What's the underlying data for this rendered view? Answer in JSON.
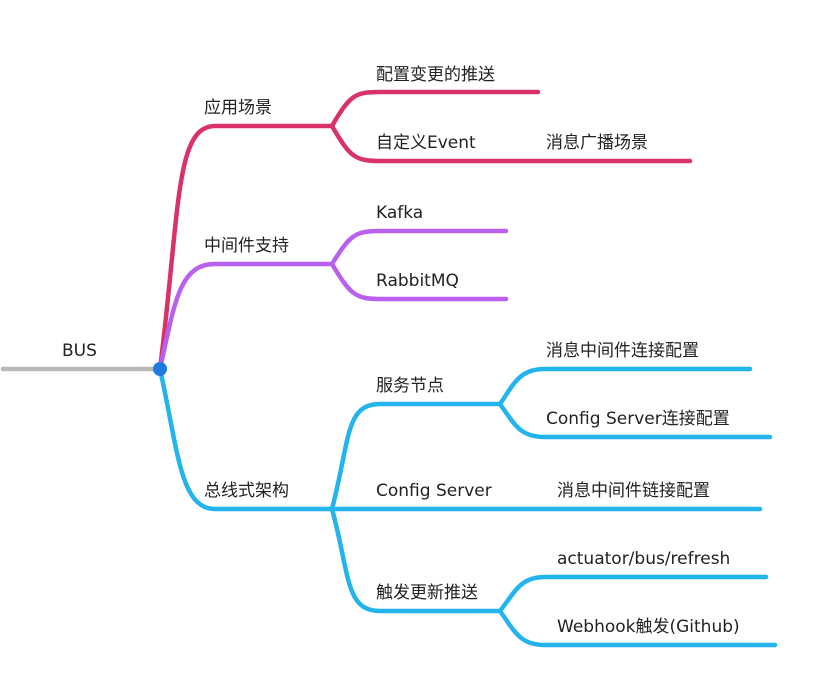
{
  "colors": {
    "root_line": "#b9b9b9",
    "root_dot": "#1e7be0",
    "branch_apps": "#d93268",
    "branch_middleware": "#b961ee",
    "branch_arch": "#23b4ee",
    "text": "#222222"
  },
  "root": {
    "label": "BUS"
  },
  "branches": {
    "apps": {
      "label": "应用场景",
      "children": [
        {
          "label": "配置变更的推送"
        },
        {
          "label": "自定义Event",
          "child": "消息广播场景"
        }
      ]
    },
    "middleware": {
      "label": "中间件支持",
      "children": [
        {
          "label": "Kafka"
        },
        {
          "label": "RabbitMQ"
        }
      ]
    },
    "arch": {
      "label": "总线式架构",
      "children": [
        {
          "label": "服务节点",
          "children": [
            "消息中间件连接配置",
            "Config Server连接配置"
          ]
        },
        {
          "label": "Config Server",
          "child": "消息中间件链接配置"
        },
        {
          "label": "触发更新推送",
          "children": [
            "actuator/bus/refresh",
            "Webhook触发(Github)"
          ]
        }
      ]
    }
  }
}
